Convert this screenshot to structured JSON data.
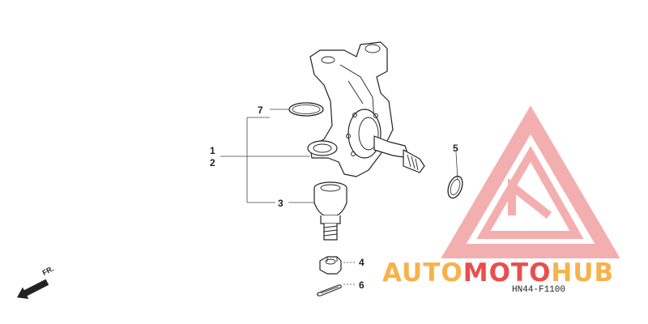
{
  "diagram_code": "HN44-F1100",
  "direction_label": "FR.",
  "watermark": {
    "text_part1": "AUTO",
    "text_part2": "MOTO",
    "text_part3": "HUB",
    "color_orange": "#f7b24a",
    "color_red": "#ea4e4e",
    "logo_color": "#f2a2a2"
  },
  "callouts": [
    {
      "label": "7",
      "part": "snap-ring"
    },
    {
      "label": "1",
      "part": "knuckle"
    },
    {
      "label": "2",
      "part": "knuckle"
    },
    {
      "label": "3",
      "part": "ball-joint"
    },
    {
      "label": "4",
      "part": "castle-nut"
    },
    {
      "label": "5",
      "part": "snap-ring"
    },
    {
      "label": "6",
      "part": "cotter-pin"
    }
  ]
}
